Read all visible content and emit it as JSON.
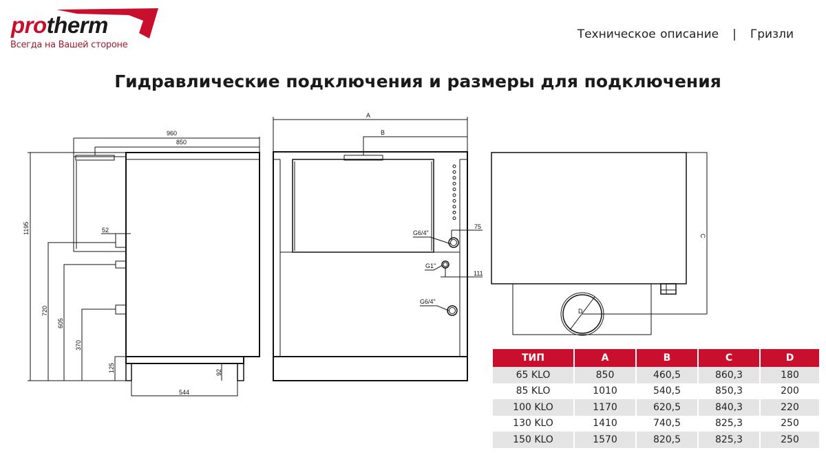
{
  "logo": {
    "brand_pro": "pro",
    "brand_therm": "therm",
    "tagline": "Всегда на Вашей стороне"
  },
  "header": {
    "doc_type": "Техническое описание",
    "separator": "|",
    "product": "Гризли"
  },
  "title": "Гидравлические подключения и размеры для подключения",
  "side_view": {
    "dims": {
      "w960": "960",
      "w850": "850",
      "h1195": "1195",
      "h720": "720",
      "h605": "605",
      "h370": "370",
      "h125": "125",
      "h92": "92",
      "w544": "544",
      "d52": "52"
    }
  },
  "rear_view": {
    "dims": {
      "a": "A",
      "b": "B",
      "d75": "75",
      "d111": "111"
    },
    "connections": {
      "top": "G6/4\"",
      "middle": "G1\"",
      "bottom": "G6/4\""
    }
  },
  "top_view": {
    "dims": {
      "c": "C",
      "d": "D"
    }
  },
  "table": {
    "headers": [
      "ТИП",
      "A",
      "B",
      "C",
      "D"
    ],
    "rows": [
      [
        "65 KLO",
        "850",
        "460,5",
        "860,3",
        "180"
      ],
      [
        "85 KLO",
        "1010",
        "540,5",
        "850,3",
        "200"
      ],
      [
        "100 KLO",
        "1170",
        "620,5",
        "840,3",
        "220"
      ],
      [
        "130 KLO",
        "1410",
        "740,5",
        "825,3",
        "250"
      ],
      [
        "150 KLO",
        "1570",
        "820,5",
        "825,3",
        "250"
      ]
    ]
  },
  "colors": {
    "brand_red": "#c8102e"
  }
}
